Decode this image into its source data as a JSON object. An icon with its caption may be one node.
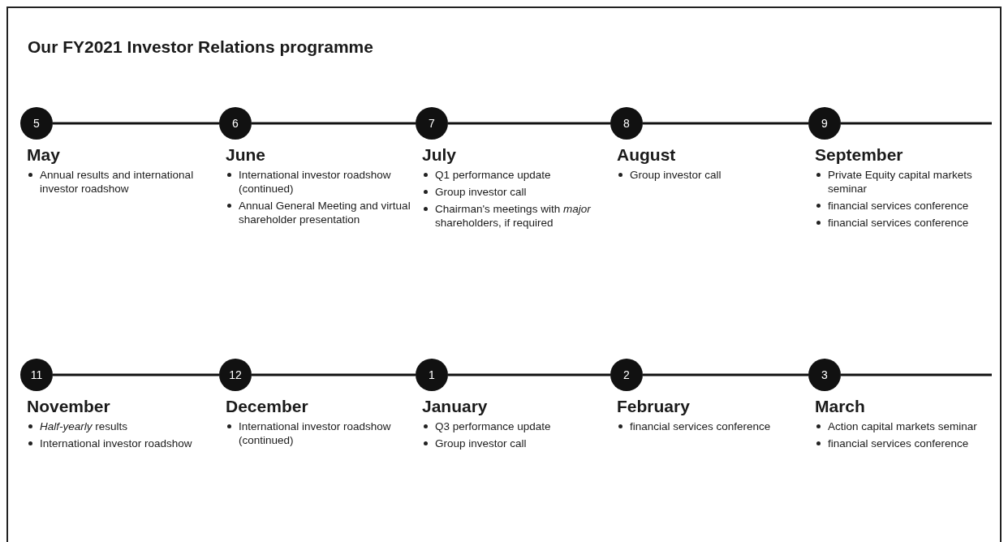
{
  "diagram": {
    "title": "Our FY2021 Investor Relations programme",
    "nodes": [
      {
        "text": [
          "5"
        ],
        "beside": [
          "May",
          "Annual results and international investor roadshow"
        ]
      },
      {
        "text": [
          "6"
        ],
        "beside": [
          "June",
          "International investor roadshow (continued)",
          "Annual General Meeting and virtual shareholder presentation"
        ]
      },
      {
        "text": [
          "7"
        ],
        "beside": [
          "July",
          "Q1 performance update",
          "Group investor call",
          "Chairman's meetings with *major* shareholders, if required"
        ]
      },
      {
        "text": [
          "8"
        ],
        "beside": [
          "August",
          "Group investor call"
        ]
      },
      {
        "text": [
          "9"
        ],
        "beside": [
          "September",
          "Private Equity capital markets seminar",
          "financial services conference",
          "financial services conference"
        ]
      },
      {
        "text": [
          "11"
        ],
        "beside": [
          "November",
          "*Half-yearly* results",
          "International investor roadshow"
        ]
      },
      {
        "text": [
          "12"
        ],
        "beside": [
          "December",
          "International investor roadshow (continued)"
        ]
      },
      {
        "text": [
          "1"
        ],
        "beside": [
          "January",
          "Q3 performance update",
          "Group investor call"
        ]
      },
      {
        "text": [
          "2"
        ],
        "beside": [
          "February",
          "financial services conference"
        ]
      },
      {
        "text": [
          "3"
        ],
        "beside": [
          "March",
          "Action capital markets seminar",
          "financial services conference"
        ]
      }
    ],
    "edges": [
      {
        "from": 0,
        "to": 1,
        "arrow": "none"
      },
      {
        "from": 1,
        "to": 2,
        "arrow": "none"
      },
      {
        "from": 2,
        "to": 3,
        "arrow": "none"
      },
      {
        "from": 3,
        "to": 4,
        "arrow": "none"
      },
      {
        "from": 4,
        "to": null,
        "arrow": "none"
      },
      {
        "from": 5,
        "to": 6,
        "arrow": "none"
      },
      {
        "from": 6,
        "to": 7,
        "arrow": "none"
      },
      {
        "from": 7,
        "to": 8,
        "arrow": "none"
      },
      {
        "from": 8,
        "to": 9,
        "arrow": "none"
      },
      {
        "from": 9,
        "to": null,
        "arrow": "none"
      }
    ]
  }
}
